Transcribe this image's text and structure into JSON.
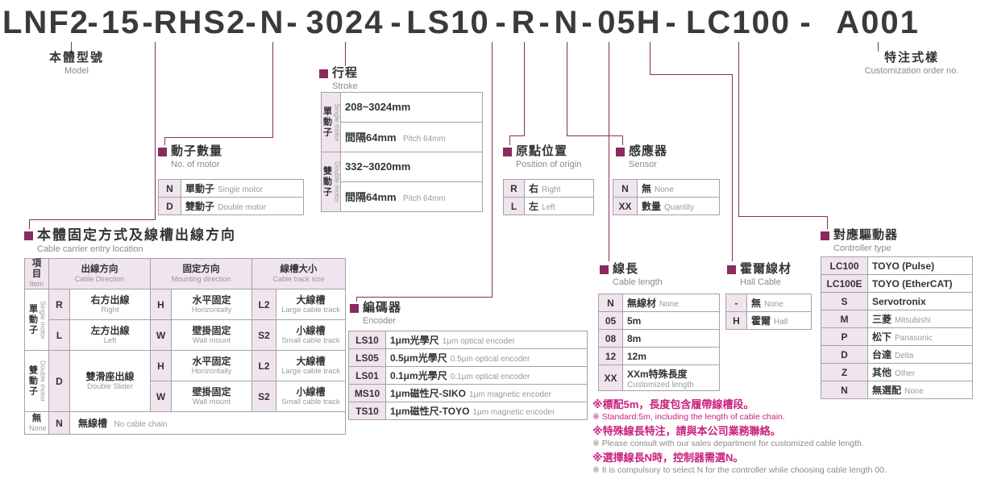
{
  "colors": {
    "accent_purple": "#8a2b5e",
    "cell_pink": "#f0e4ee",
    "note_magenta": "#c9217e",
    "title_gray": "#3a3a3a"
  },
  "title": {
    "segments": [
      "LNF2",
      "15",
      "RHS2",
      "N",
      "3024",
      "LS10",
      "R",
      "N",
      "05H",
      "LC100",
      "A001"
    ],
    "sep": "-"
  },
  "model": {
    "zh": "本體型號",
    "en": "Model"
  },
  "customization": {
    "zh": "特注式樣",
    "en": "Customization order no."
  },
  "motor": {
    "zh": "動子數量",
    "en": "No. of motor",
    "rows": [
      {
        "code": "N",
        "zh": "單動子",
        "en": "Single motor"
      },
      {
        "code": "D",
        "zh": "雙動子",
        "en": "Double motor"
      }
    ]
  },
  "stroke": {
    "zh": "行程",
    "en": "Stroke",
    "rows": [
      {
        "group_zh": "單動子",
        "group_en": "Single motor",
        "range": "208~3024mm",
        "pitch_zh": "間隔64mm",
        "pitch_en": "Pitch 64mm"
      },
      {
        "group_zh": "雙動子",
        "group_en": "Double motor",
        "range": "332~3020mm",
        "pitch_zh": "間隔64mm",
        "pitch_en": "Pitch 64mm"
      }
    ]
  },
  "origin": {
    "zh": "原點位置",
    "en": "Position of origin",
    "rows": [
      {
        "code": "R",
        "zh": "右",
        "en": "Right"
      },
      {
        "code": "L",
        "zh": "左",
        "en": "Left"
      }
    ]
  },
  "sensor": {
    "zh": "感應器",
    "en": "Sensor",
    "rows": [
      {
        "code": "N",
        "zh": "無",
        "en": "None"
      },
      {
        "code": "XX",
        "zh": "數量",
        "en": "Quantity"
      }
    ]
  },
  "carrier": {
    "zh": "本體固定方式及線槽出線方向",
    "en": "Cable carrier entry location",
    "headers": {
      "item_zh": "項目",
      "item_en": "Item",
      "direction_zh": "出線方向",
      "direction_en": "Cable Direction",
      "mounting_zh": "固定方向",
      "mounting_en": "Mounting direction",
      "size_zh": "線槽大小",
      "size_en": "Cable track size"
    },
    "groups": {
      "single_zh": "單動子",
      "single_en": "Single motor",
      "double_zh": "雙動子",
      "double_en": "Double motor",
      "none_zh": "無",
      "none_en": "None"
    },
    "cells": {
      "r_code": "R",
      "r_zh": "右方出線",
      "r_en": "Right",
      "l_code": "L",
      "l_zh": "左方出線",
      "l_en": "Left",
      "d_code": "D",
      "d_zh": "雙滑座出線",
      "d_en": "Double Slider",
      "h_code": "H",
      "h_zh": "水平固定",
      "h_en": "Horizontally",
      "w_code": "W",
      "w_zh": "壁掛固定",
      "w_en": "Wall mount",
      "l2_code": "L2",
      "l2_zh": "大線槽",
      "l2_en": "Large cable track",
      "s2_code": "S2",
      "s2_zh": "小線槽",
      "s2_en": "Small cable track",
      "n_code": "N",
      "n_zh": "無線槽",
      "n_en": "No cable chain"
    }
  },
  "encoder": {
    "zh": "編碼器",
    "en": "Encoder",
    "rows": [
      {
        "code": "LS10",
        "zh": "1μm光學尺",
        "en": "1μm optical encoder"
      },
      {
        "code": "LS05",
        "zh": "0.5μm光學尺",
        "en": "0.5μm optical encoder"
      },
      {
        "code": "LS01",
        "zh": "0.1μm光學尺",
        "en": "0.1μm optical encoder"
      },
      {
        "code": "MS10",
        "zh": "1μm磁性尺-SIKO",
        "en": "1μm magnetic encoder"
      },
      {
        "code": "TS10",
        "zh": "1μm磁性尺-TOYO",
        "en": "1μm magnetic encoder"
      }
    ]
  },
  "cable": {
    "zh": "線長",
    "en": "Cable length",
    "rows": [
      {
        "code": "N",
        "zh": "無線材",
        "en": "None"
      },
      {
        "code": "05",
        "zh": "5m",
        "en": ""
      },
      {
        "code": "08",
        "zh": "8m",
        "en": ""
      },
      {
        "code": "12",
        "zh": "12m",
        "en": ""
      },
      {
        "code": "XX",
        "zh": "XXm特殊長度",
        "en": "Customized length"
      }
    ]
  },
  "hall": {
    "zh": "霍爾線材",
    "en": "Hall Cable",
    "rows": [
      {
        "code": "-",
        "zh": "無",
        "en": "None"
      },
      {
        "code": "H",
        "zh": "霍爾",
        "en": "Hall"
      }
    ]
  },
  "controller": {
    "zh": "對應驅動器",
    "en": "Controller type",
    "rows": [
      {
        "code": "LC100",
        "zh": "TOYO (Pulse)",
        "en": ""
      },
      {
        "code": "LC100E",
        "zh": "TOYO (EtherCAT)",
        "en": ""
      },
      {
        "code": "S",
        "zh": "Servotronix",
        "en": ""
      },
      {
        "code": "M",
        "zh": "三菱",
        "en": "Mitsubishi"
      },
      {
        "code": "P",
        "zh": "松下",
        "en": "Panasonic"
      },
      {
        "code": "D",
        "zh": "台達",
        "en": "Delta"
      },
      {
        "code": "Z",
        "zh": "其他",
        "en": "Other"
      },
      {
        "code": "N",
        "zh": "無選配",
        "en": "None"
      }
    ]
  },
  "notes": [
    {
      "text": "※標配5m，長度包含履帶線槽段。"
    },
    {
      "text": "※ Standard:5m, including the length of cable chain."
    },
    {
      "text": "※特殊線長特注，請與本公司業務聯絡。"
    },
    {
      "text": "※ Please consult with our sales department for customized cable length."
    },
    {
      "text": "※選擇線長N時，控制器需選N。"
    },
    {
      "text": "※ It is compulsory to select N for the controller while choosing cable length 00."
    }
  ]
}
